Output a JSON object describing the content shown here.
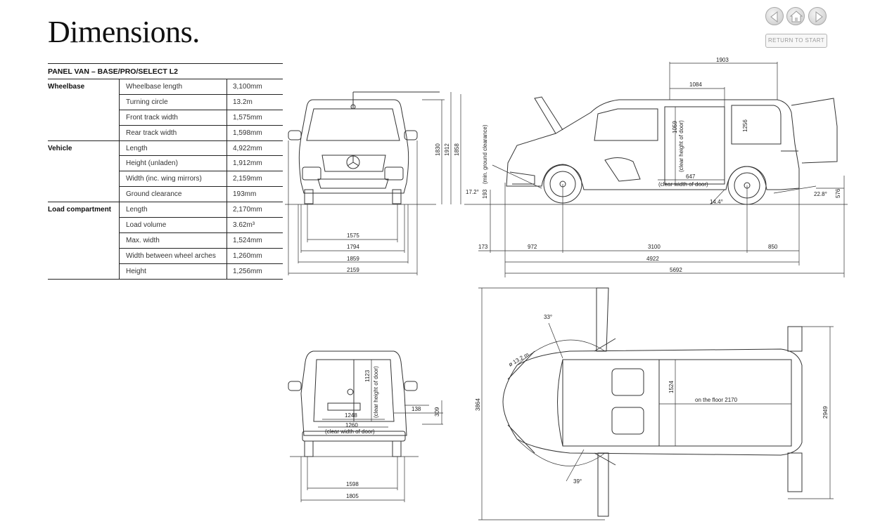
{
  "page": {
    "title": "Dimensions."
  },
  "nav": {
    "prev_icon": "arrow-left-icon",
    "home_icon": "home-icon",
    "next_icon": "arrow-right-icon",
    "return_label": "RETURN TO START"
  },
  "spec_table": {
    "heading": "PANEL VAN – BASE/PRO/SELECT L2",
    "groups": [
      {
        "name": "Wheelbase",
        "rows": [
          {
            "label": "Wheelbase length",
            "value": "3,100mm"
          },
          {
            "label": "Turning circle",
            "value": "13.2m"
          },
          {
            "label": "Front track width",
            "value": "1,575mm"
          },
          {
            "label": "Rear track width",
            "value": "1,598mm"
          }
        ]
      },
      {
        "name": "Vehicle",
        "rows": [
          {
            "label": "Length",
            "value": "4,922mm"
          },
          {
            "label": "Height (unladen)",
            "value": "1,912mm"
          },
          {
            "label": "Width (inc. wing mirrors)",
            "value": "2,159mm"
          },
          {
            "label": "Ground clearance",
            "value": "193mm"
          }
        ]
      },
      {
        "name": "Load compartment",
        "rows": [
          {
            "label": "Length",
            "value": "2,170mm"
          },
          {
            "label": "Load volume",
            "value": "3.62m³"
          },
          {
            "label": "Max. width",
            "value": "1,524mm"
          },
          {
            "label": "Width between wheel arches",
            "value": "1,260mm"
          },
          {
            "label": "Height",
            "value": "1,256mm"
          }
        ]
      }
    ]
  },
  "diagram": {
    "front": {
      "track": "1575",
      "w1": "1794",
      "w2": "1859",
      "w_total": "2159",
      "h1": "1830",
      "h2": "1912",
      "h3": "1858"
    },
    "side": {
      "d1903": "1903",
      "d1084": "1084",
      "d1059": "1059",
      "d1059_label": "(clear height of door)",
      "d1256": "1256",
      "d647": "647",
      "d647_label": "(clear width of door)",
      "ground": "193",
      "ground_label": "(min. ground clearance)",
      "angle_front": "17.2°",
      "angle_rear": "22.8°",
      "angle_ramp": "14.4°",
      "h576": "576",
      "d173": "173",
      "d972": "972",
      "d3100": "3100",
      "d850": "850",
      "d4922": "4922",
      "d5692": "5692"
    },
    "rear": {
      "d1123": "1123",
      "d1123_label": "(clear height of door)",
      "d1248": "1248",
      "d1260": "1260",
      "d1260_label": "(clear width of door)",
      "d309": "309",
      "d138": "138",
      "track": "1598",
      "width": "1805"
    },
    "top": {
      "angle1": "33°",
      "angle2": "39°",
      "turning": "ø 13.2 m",
      "width_left": "3864",
      "load_width": "1524",
      "floor": "on the floor 2170",
      "width_right": "2949"
    }
  }
}
